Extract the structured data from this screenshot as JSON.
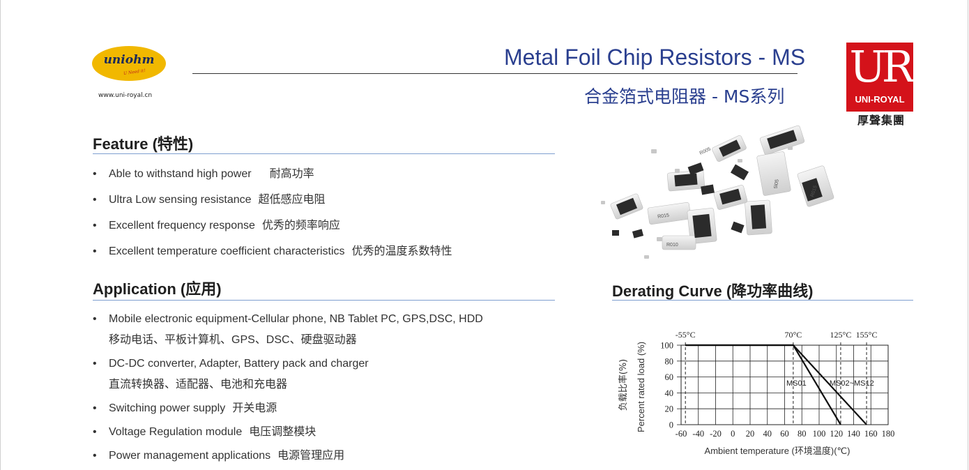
{
  "logo": {
    "brand": "uniohm",
    "slogan": "U Need it!",
    "url": "www.uni-royal.cn"
  },
  "header": {
    "title": "Metal Foil Chip Resistors - MS",
    "subtitle": "合金箔式电阻器 - MS系列"
  },
  "brand_logo": {
    "letters": "UR",
    "name": "UNI-ROYAL",
    "group": "厚聲集團"
  },
  "feature": {
    "heading": "Feature (特性)",
    "items": [
      {
        "en": "Able to withstand high power",
        "cn": "耐高功率"
      },
      {
        "en": "Ultra Low sensing resistance",
        "cn": "超低感应电阻"
      },
      {
        "en": "Excellent frequency response",
        "cn": "优秀的频率响应"
      },
      {
        "en": "Excellent temperature coefficient characteristics",
        "cn": "优秀的温度系数特性"
      }
    ]
  },
  "application": {
    "heading": "Application  (应用)",
    "items": [
      {
        "en": "Mobile electronic equipment-Cellular phone, NB Tablet PC, GPS,DSC, HDD",
        "cn": "移动电话、平板计算机、GPS、DSC、硬盘驱动器"
      },
      {
        "en": "DC-DC converter, Adapter, Battery pack and charger",
        "cn": "直流转换器、适配器、电池和充电器"
      },
      {
        "en": "Switching power supply",
        "cn": "开关电源"
      },
      {
        "en": "Voltage Regulation module",
        "cn": "电压调整模块"
      },
      {
        "en": "Power management applications",
        "cn": "电源管理应用"
      }
    ]
  },
  "photo": {
    "chip_labels": [
      "R005",
      "R015",
      "5l05",
      "R015",
      "R010"
    ]
  },
  "derating": {
    "heading": "Derating Curve (降功率曲线)"
  },
  "chart_data": {
    "type": "line",
    "title": "",
    "xlabel": "Ambient temperature (环境温度)(℃)",
    "ylabel_en": "Percent rated load (%)",
    "ylabel_cn": "负载比率(%)",
    "x_ticks": [
      -60,
      -40,
      -20,
      0,
      20,
      40,
      60,
      80,
      100,
      120,
      140,
      160,
      180
    ],
    "y_ticks": [
      0,
      20,
      40,
      60,
      80,
      100
    ],
    "xlim": [
      -60,
      180
    ],
    "ylim": [
      0,
      100
    ],
    "grid": true,
    "markers": [
      {
        "x": -55,
        "label": "-55°C"
      },
      {
        "x": 70,
        "label": "70°C"
      },
      {
        "x": 125,
        "label": "125°C"
      },
      {
        "x": 155,
        "label": "155°C"
      }
    ],
    "series": [
      {
        "name": "MS01",
        "points": [
          [
            -55,
            100
          ],
          [
            70,
            100
          ],
          [
            125,
            0
          ]
        ]
      },
      {
        "name": "MS02~MS12",
        "points": [
          [
            -55,
            100
          ],
          [
            70,
            100
          ],
          [
            155,
            0
          ]
        ]
      }
    ]
  }
}
